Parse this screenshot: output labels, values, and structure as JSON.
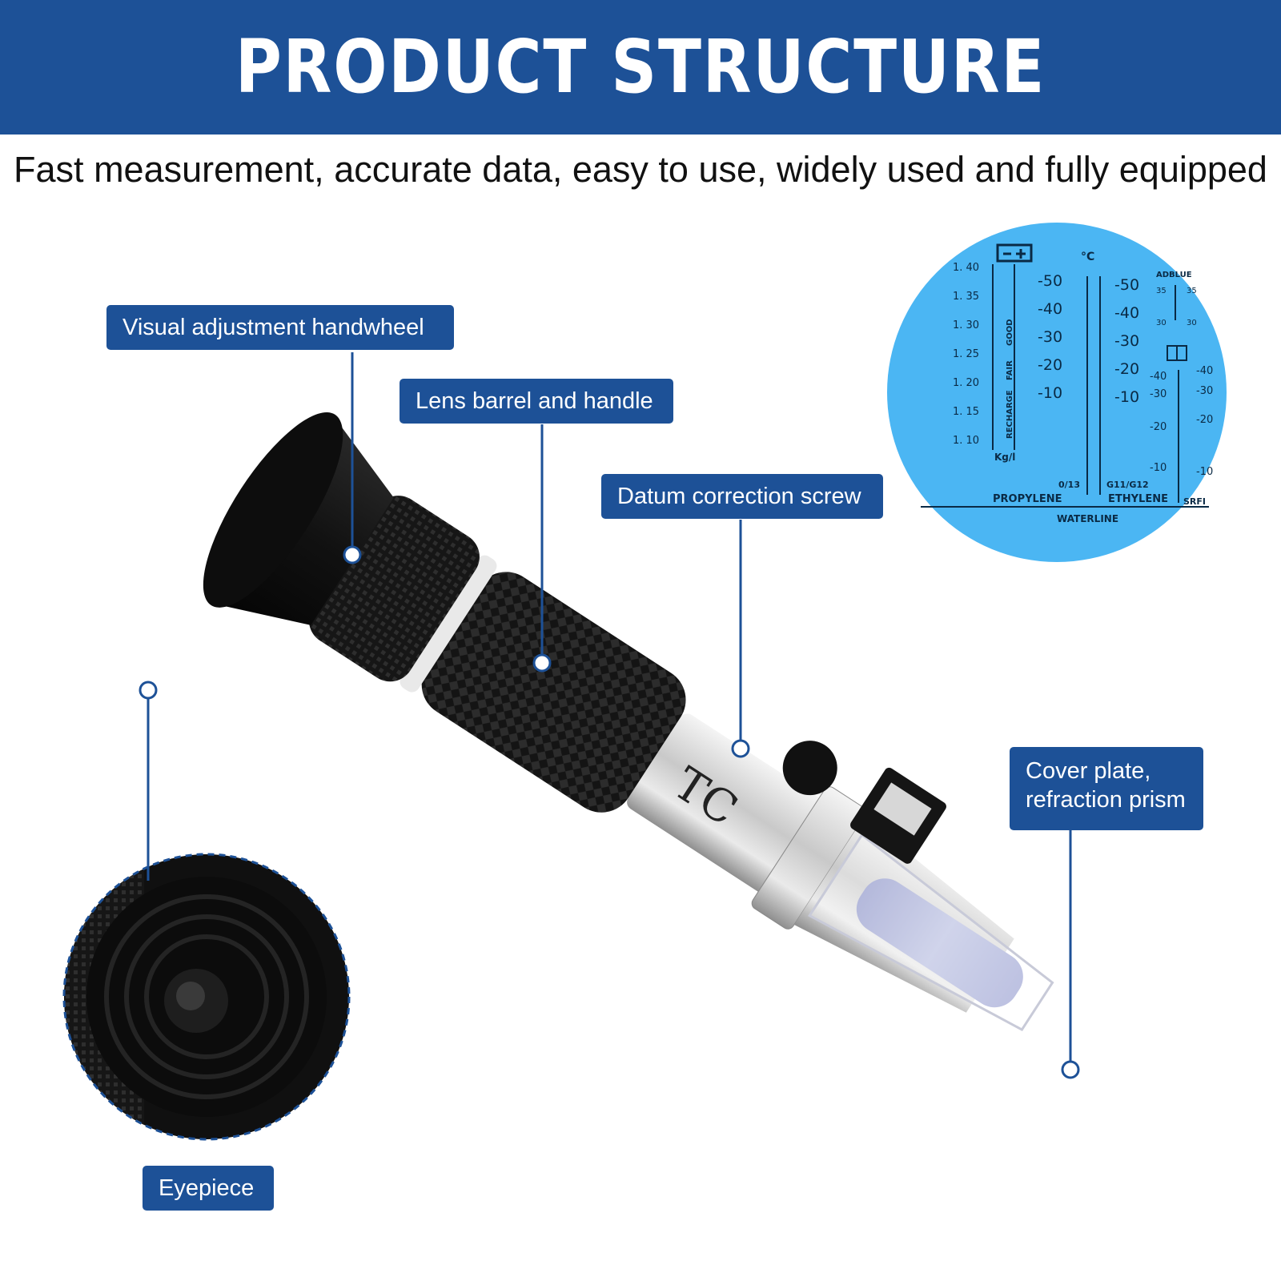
{
  "header": {
    "title": "PRODUCT STRUCTURE ANALYSIS"
  },
  "subtitle": "Fast measurement, accurate data, easy to use, widely used and fully equipped",
  "labels": {
    "handwheel": "Visual adjustment handwheel",
    "barrel": "Lens barrel and handle",
    "screw": "Datum correction screw",
    "cover": "Cover plate,\nrefraction prism",
    "eyepiece": "Eyepiece"
  },
  "scale": {
    "sg_ticks": [
      "1. 40",
      "1. 35",
      "1. 30",
      "1. 25",
      "1. 20",
      "1. 15",
      "1. 10"
    ],
    "unit_kgl": "Kg/l",
    "zones": [
      "GOOD",
      "FAIR",
      "RECHARGE"
    ],
    "celsius": "°C",
    "propylene_ticks": [
      "-50",
      "-40",
      "-30",
      "-20",
      "-10"
    ],
    "ethylene_ticks": [
      "-50",
      "-40",
      "-30",
      "-20",
      "-10"
    ],
    "adblue": "ADBLUE",
    "adblue_ticks": [
      "35",
      "35",
      "30",
      "30"
    ],
    "srfi_left_ticks": [
      "-40",
      "-30",
      "-20",
      "-10"
    ],
    "srfi_right_ticks": [
      "-40",
      "-30",
      "-20",
      "-10"
    ],
    "label_013": "0/13",
    "label_g11": "G11/G12",
    "propylene": "PROPYLENE",
    "ethylene": "ETHYLENE",
    "srfi": "SRFI",
    "waterline": "WATERLINE"
  },
  "device_marking": "TC",
  "colors": {
    "brand_blue": "#1d5197",
    "scale_blue": "#4bb6f3"
  }
}
